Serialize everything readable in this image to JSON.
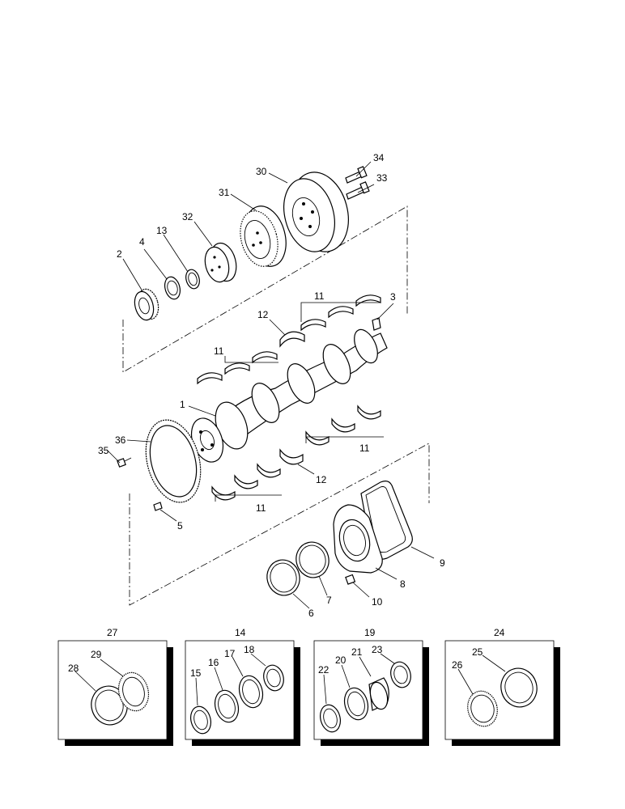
{
  "callouts": {
    "c1": "1",
    "c2": "2",
    "c3": "3",
    "c4": "4",
    "c5": "5",
    "c6": "6",
    "c7": "7",
    "c8": "8",
    "c9": "9",
    "c10": "10",
    "c11a": "11",
    "c11b": "11",
    "c11c": "11",
    "c11d": "11",
    "c12a": "12",
    "c12b": "12",
    "c13": "13",
    "c14": "14",
    "c15": "15",
    "c16": "16",
    "c17": "17",
    "c18": "18",
    "c19": "19",
    "c20": "20",
    "c21": "21",
    "c22": "22",
    "c23": "23",
    "c24": "24",
    "c25": "25",
    "c26": "26",
    "c27": "27",
    "c28": "28",
    "c29": "29",
    "c30": "30",
    "c31": "31",
    "c32": "32",
    "c33": "33",
    "c34": "34",
    "c35": "35",
    "c36": "36"
  },
  "colors": {
    "ink": "#000000",
    "paper": "#ffffff"
  }
}
